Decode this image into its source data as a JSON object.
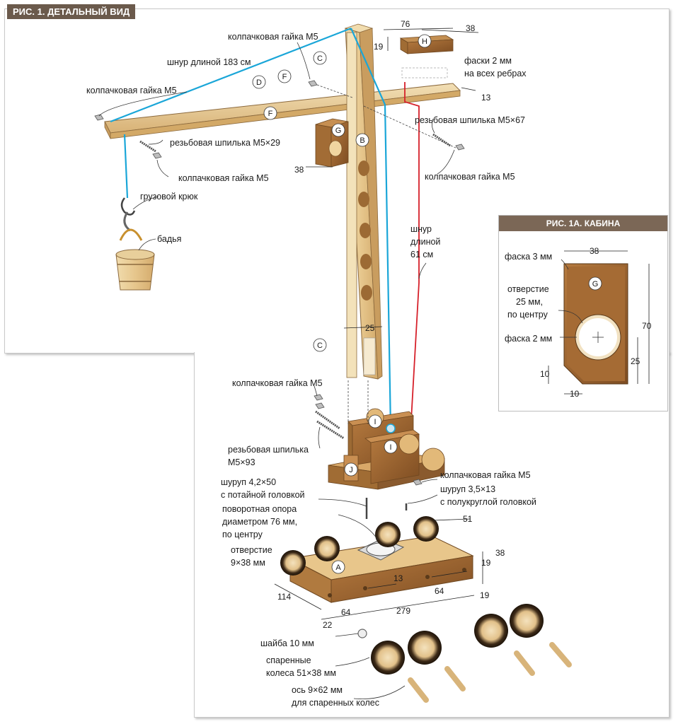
{
  "figure": {
    "title": "РИС. 1. ДЕТАЛЬНЫЙ ВИД"
  },
  "inset": {
    "title": "РИС. 1А. КАБИНА",
    "labels": {
      "chamfer3": "фаска 3 мм",
      "hole_line1": "отверстие",
      "hole_line2": "25 мм,",
      "hole_line3": "по центру",
      "chamfer2": "фаска 2 мм"
    },
    "part": "G",
    "dims": {
      "width": "38",
      "height": "70",
      "hole_offset": "25",
      "left10": "10",
      "bottom10": "10"
    }
  },
  "labels": {
    "cap_nut_top": "колпачковая гайка М5",
    "cord_183": "шнур длиной 183 см",
    "cap_nut_left": "колпачковая гайка М5",
    "stud_29": "резьбовая шпилька М5×29",
    "cap_nut_mid": "колпачковая гайка М5",
    "hook": "грузовой крюк",
    "bucket": "бадья",
    "chamfer_2_line1": "фаски 2 мм",
    "chamfer_2_line2": "на всех ребрах",
    "stud_67": "резьбовая шпилька М5×67",
    "cap_nut_right": "колпачковая гайка М5",
    "cord_61_line1": "шнур",
    "cord_61_line2": "длиной",
    "cord_61_line3": "61 см",
    "cap_nut_base": "колпачковая гайка М5",
    "stud_93_line1": "резьбовая шпилька",
    "stud_93_line2": "М5×93",
    "screw_42_line1": "шуруп 4,2×50",
    "screw_42_line2": "с потайной головкой",
    "cap_nut_base_right": "колпачковая гайка М5",
    "screw_35_line1": "шуруп 3,5×13",
    "screw_35_line2": "с полукруглой головкой",
    "turntable_line1": "поворотная опора",
    "turntable_line2": "диаметром 76 мм,",
    "turntable_line3": "по центру",
    "hole_line1": "отверстие",
    "hole_line2": "9×38 мм",
    "washer": "шайба 10 мм",
    "wheels_line1": "спаренные",
    "wheels_line2": "колеса 51×38 мм",
    "axle_line1": "ось 9×62 мм",
    "axle_line2": "для спаренных колес"
  },
  "parts": [
    "A",
    "B",
    "C",
    "C",
    "D",
    "F",
    "F",
    "G",
    "H",
    "I",
    "I",
    "J"
  ],
  "dims": {
    "h_76": "76",
    "h_38": "38",
    "h_19": "19",
    "jib_13": "13",
    "mast_38": "38",
    "mast_25": "25",
    "base_51": "51",
    "base_38": "38",
    "base_19a": "19",
    "base_19b": "19",
    "base_13": "13",
    "base_64a": "64",
    "base_64b": "64",
    "base_114": "114",
    "base_279": "279",
    "base_22": "22"
  },
  "colors": {
    "wood_light": "#e9cf9b",
    "wood_mid": "#d9b377",
    "wood_dark": "#8a5a2e",
    "cord_blue": "#1aa6d8",
    "cord_red": "#d6202a",
    "header_bg": "#6b5a4c"
  }
}
